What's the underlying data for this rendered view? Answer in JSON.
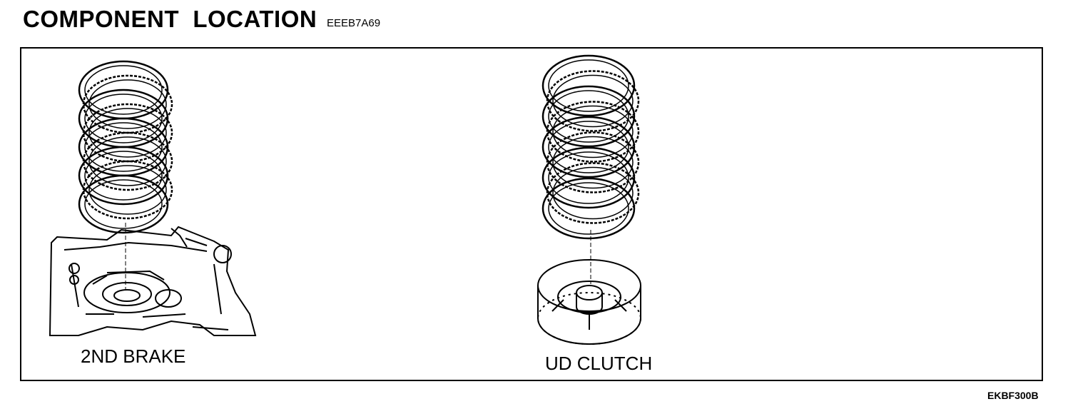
{
  "page": {
    "title": "COMPONENT  LOCATION",
    "doc_code": "EEEB7A69",
    "figure_code": "EKBF300B"
  },
  "components": [
    {
      "label": "2ND BRAKE"
    },
    {
      "label": "UD CLUTCH"
    }
  ],
  "colors": {
    "ink": "#000000",
    "paper": "#ffffff"
  }
}
